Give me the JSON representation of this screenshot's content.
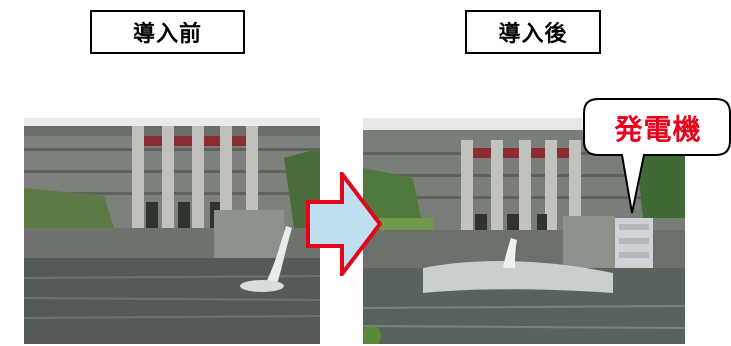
{
  "labels": {
    "before": "導入前",
    "after": "導入後"
  },
  "callout": {
    "text": "発電機",
    "color": "#e8001c"
  },
  "arrow": {
    "fill": "#bfe0ef",
    "stroke": "#e8001c"
  }
}
